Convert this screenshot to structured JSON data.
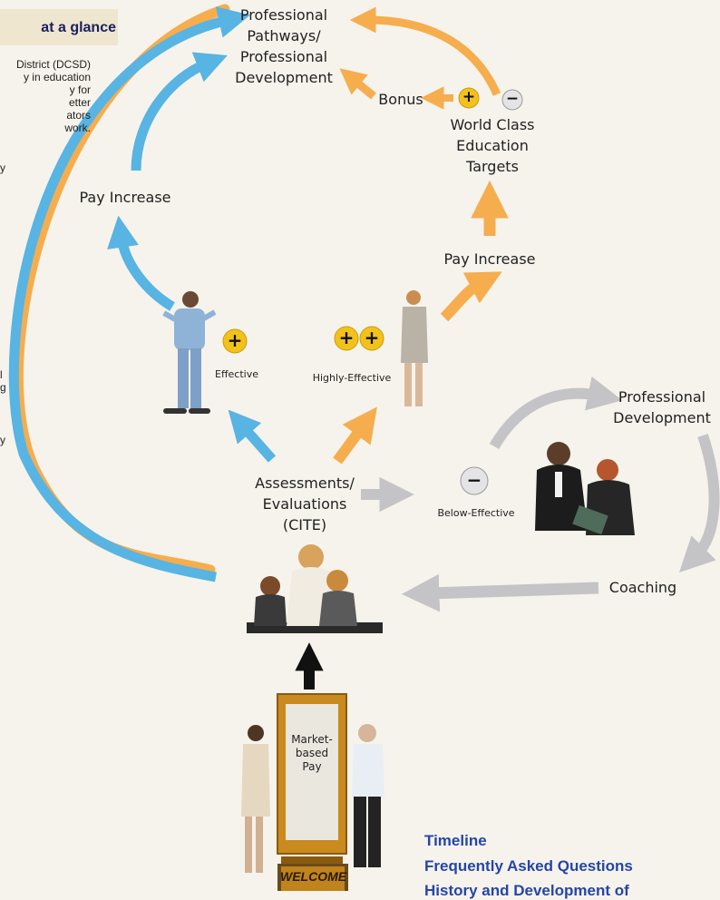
{
  "sidebar": {
    "title": "at a glance",
    "intro_lines": [
      "District (DCSD)",
      "y in education",
      "y for",
      "etter",
      "ators",
      "work."
    ],
    "fragments": [
      "y",
      "l",
      "g",
      "y"
    ]
  },
  "diagram": {
    "professional_pathways": [
      "Professional",
      "Pathways/",
      "Professional",
      "Development"
    ],
    "bonus": "Bonus",
    "world_class": [
      "World Class",
      "Education",
      "Targets"
    ],
    "pay_increase_left": "Pay Increase",
    "pay_increase_right": "Pay Increase",
    "effective": "Effective",
    "highly_effective": "Highly-Effective",
    "assessments": [
      "Assessments/",
      "Evaluations",
      "(CITE)"
    ],
    "below_effective": "Below-Effective",
    "professional_development": [
      "Professional",
      "Development"
    ],
    "coaching": "Coaching",
    "door_sign": [
      "Market-",
      "based",
      "Pay"
    ],
    "welcome": "WELCOME",
    "plus_symbol": "+",
    "minus_symbol": "−"
  },
  "links": {
    "timeline": "Timeline",
    "faq": "Frequently Asked Questions",
    "history": "History and Development of"
  },
  "colors": {
    "blue_arrow": "#58b4e2",
    "orange_arrow": "#f6ad4e",
    "gray_arrow": "#c4c4c6",
    "link_blue": "#2545a8",
    "title_navy": "#1a2060",
    "plus_yellow": "#f3c21a"
  }
}
